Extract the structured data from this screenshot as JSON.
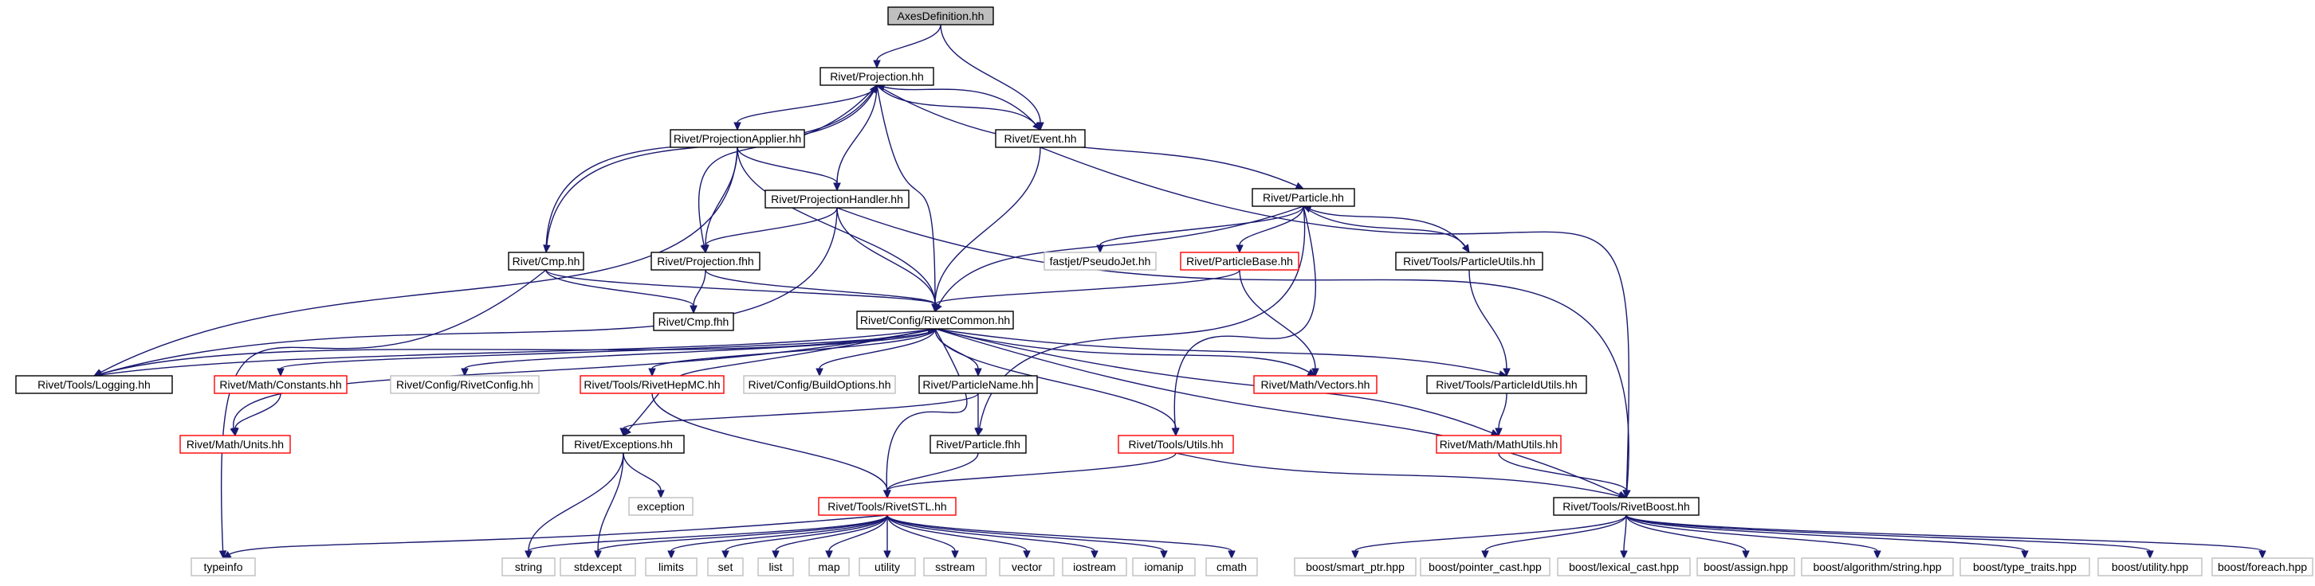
{
  "colors": {
    "edge": "#191970",
    "border_black": "#000000",
    "border_red": "#ff0000",
    "border_gray": "#bfbfbf",
    "root_fill": "#bfbfbf",
    "fill": "#ffffff"
  },
  "nodes": {
    "axesdef": "AxesDefinition.hh",
    "projection": "Rivet/Projection.hh",
    "event": "Rivet/Event.hh",
    "projapplier": "Rivet/ProjectionApplier.hh",
    "projhandler": "Rivet/ProjectionHandler.hh",
    "particle": "Rivet/Particle.hh",
    "cmp": "Rivet/Cmp.hh",
    "projfhh": "Rivet/Projection.fhh",
    "fastjet": "fastjet/PseudoJet.hh",
    "particlebase": "Rivet/ParticleBase.hh",
    "particleutils": "Rivet/Tools/ParticleUtils.hh",
    "cmpfhh": "Rivet/Cmp.fhh",
    "rivetcommon": "Rivet/Config/RivetCommon.hh",
    "logging": "Rivet/Tools/Logging.hh",
    "constants": "Rivet/Math/Constants.hh",
    "rivetconfig": "Rivet/Config/RivetConfig.hh",
    "hepmc": "Rivet/Tools/RivetHepMC.hh",
    "buildopts": "Rivet/Config/BuildOptions.hh",
    "particlename": "Rivet/ParticleName.hh",
    "vectors": "Rivet/Math/Vectors.hh",
    "pidutils": "Rivet/Tools/ParticleIdUtils.hh",
    "units": "Rivet/Math/Units.hh",
    "exceptions": "Rivet/Exceptions.hh",
    "particlefhh": "Rivet/Particle.fhh",
    "utils": "Rivet/Tools/Utils.hh",
    "mathutils": "Rivet/Math/MathUtils.hh",
    "exception": "exception",
    "rivetstl": "Rivet/Tools/RivetSTL.hh",
    "rivetboost": "Rivet/Tools/RivetBoost.hh",
    "typeinfo": "typeinfo",
    "string": "string",
    "stdexcept": "stdexcept",
    "limits": "limits",
    "set": "set",
    "list": "list",
    "map": "map",
    "utility": "utility",
    "sstream": "sstream",
    "vector": "vector",
    "iostream": "iostream",
    "iomanip": "iomanip",
    "cmath": "cmath",
    "smartptr": "boost/smart_ptr.hpp",
    "pointercast": "boost/pointer_cast.hpp",
    "lexicalcast": "boost/lexical_cast.hpp",
    "assign": "boost/assign.hpp",
    "algostring": "boost/algorithm/string.hpp",
    "typetraits": "boost/type_traits.hpp",
    "boostutility": "boost/utility.hpp",
    "foreach": "boost/foreach.hpp"
  }
}
